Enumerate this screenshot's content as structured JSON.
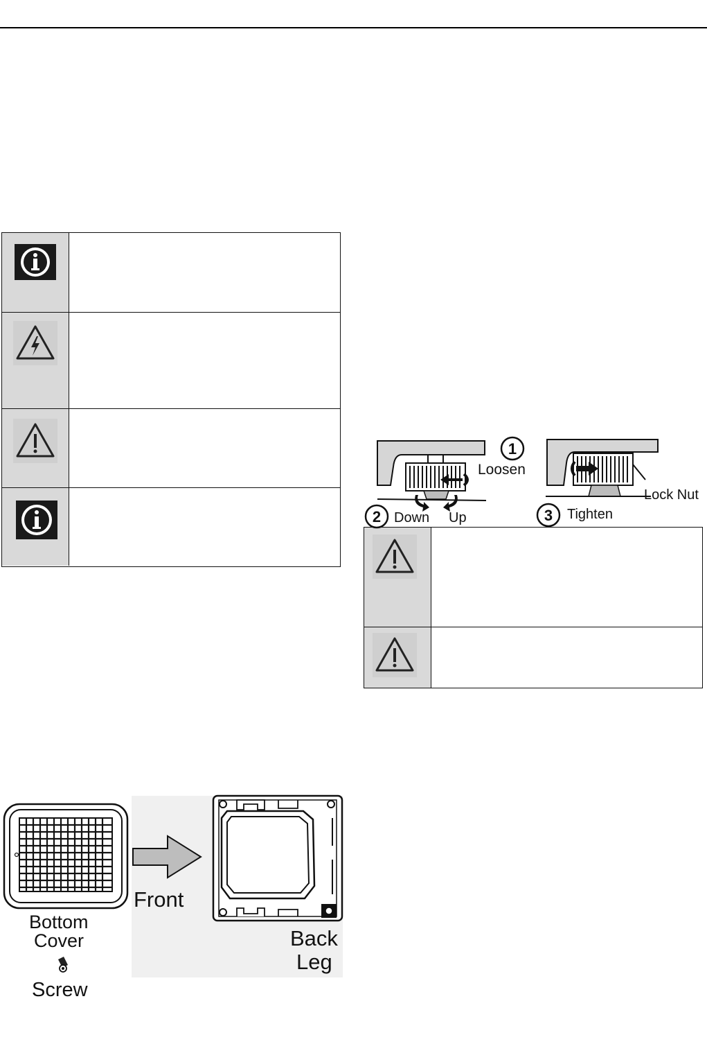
{
  "notices_left": [
    {
      "icon": "info-icon"
    },
    {
      "icon": "electric-hazard-icon"
    },
    {
      "icon": "warning-icon"
    },
    {
      "icon": "info-icon"
    }
  ],
  "notices_right": [
    {
      "icon": "warning-icon"
    },
    {
      "icon": "warning-icon"
    }
  ],
  "leveling_figure": {
    "step1_number": "1",
    "step1_label": "Loosen",
    "step2_number": "2",
    "step2_down": "Down",
    "step2_up": "Up",
    "step3_number": "3",
    "step3_label": "Tighten",
    "lock_nut_label": "Lock Nut"
  },
  "cover_figure": {
    "bottom_cover_line1": "Bottom",
    "bottom_cover_line2": "Cover",
    "screw_label": "Screw",
    "front_label": "Front",
    "back_leg_line1": "Back",
    "back_leg_line2": "Leg"
  },
  "colors": {
    "icon_bg": "#d9d9d9",
    "border": "#111111",
    "figure_bg": "#f0f0f0",
    "arrow_fill": "#bdbdbd"
  }
}
